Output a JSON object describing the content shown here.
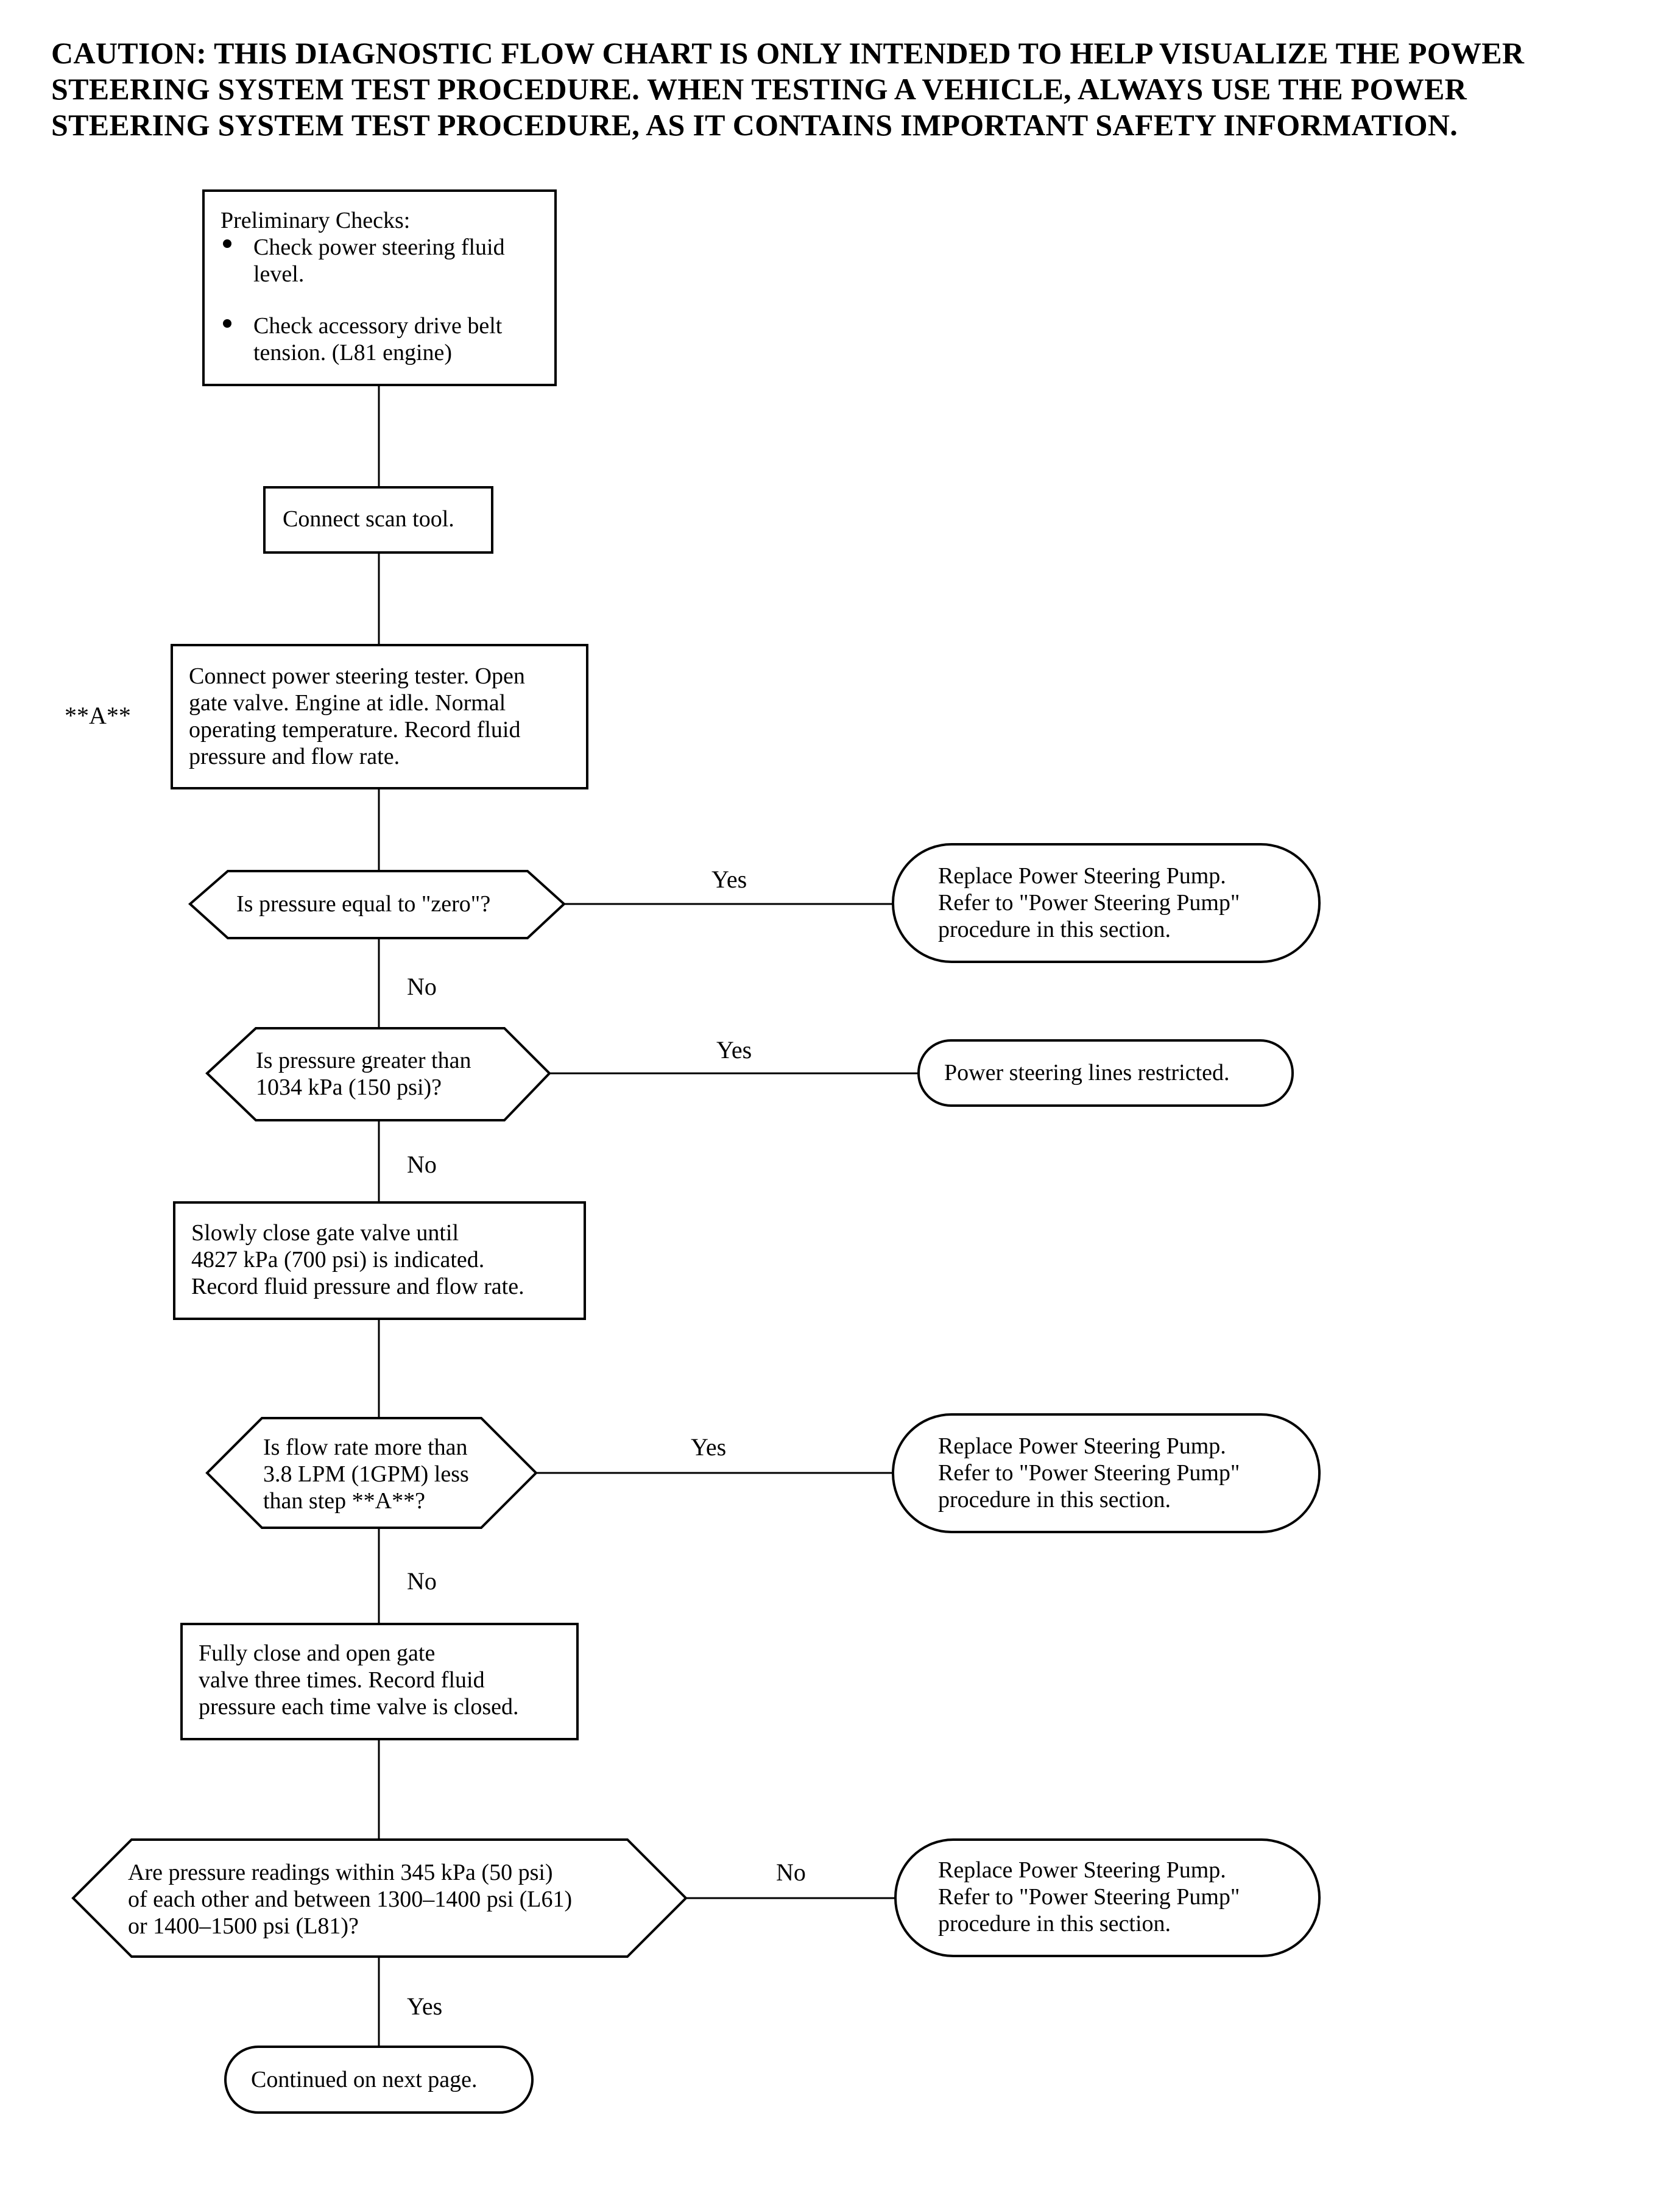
{
  "caution": {
    "line1": "CAUTION:  THIS DIAGNOSTIC FLOW CHART IS ONLY INTENDED TO HELP VISUALIZE THE POWER",
    "line2": "STEERING SYSTEM TEST PROCEDURE. WHEN TESTING A VEHICLE, ALWAYS USE THE POWER",
    "line3": "STEERING SYSTEM TEST PROCEDURE, AS IT CONTAINS IMPORTANT SAFETY INFORMATION."
  },
  "nodes": {
    "preliminary": {
      "heading": "Preliminary Checks:",
      "bullet1": [
        "Check power steering fluid",
        "level."
      ],
      "bullet2": [
        "Check accessory drive belt",
        "tension. (L81 engine)"
      ]
    },
    "connect_scan": {
      "lines": [
        "Connect scan tool."
      ]
    },
    "connect_tester": {
      "marker": "**A**",
      "lines": [
        "Connect power steering tester. Open",
        "gate valve. Engine at idle. Normal",
        "operating temperature. Record fluid",
        "pressure and flow rate."
      ]
    },
    "q_zero": {
      "lines": [
        "Is pressure equal to \"zero\"?"
      ]
    },
    "replace_1": {
      "lines": [
        "Replace Power Steering Pump.",
        "Refer to \"Power Steering Pump\"",
        "procedure in this section."
      ]
    },
    "q_greater": {
      "lines": [
        "Is pressure greater than",
        "1034 kPa (150 psi)?"
      ]
    },
    "lines_restricted": {
      "lines": [
        "Power steering lines restricted."
      ]
    },
    "slowly_close": {
      "lines": [
        "Slowly close gate valve until",
        "4827 kPa (700 psi) is indicated.",
        "Record fluid pressure and flow rate."
      ]
    },
    "q_flow": {
      "lines": [
        "Is flow rate more than",
        "3.8 LPM (1GPM) less",
        "than step **A**?"
      ]
    },
    "replace_2": {
      "lines": [
        "Replace Power Steering Pump.",
        "Refer to \"Power Steering Pump\"",
        "procedure in this section."
      ]
    },
    "fully_close": {
      "lines": [
        "Fully close and open gate",
        "valve three times. Record fluid",
        "pressure each time valve is closed."
      ]
    },
    "q_readings": {
      "lines": [
        "Are pressure readings within 345 kPa (50 psi)",
        "of each other and between 1300–1400 psi (L61)",
        "or 1400–1500 psi (L81)?"
      ]
    },
    "replace_3": {
      "lines": [
        "Replace Power Steering Pump.",
        "Refer to \"Power Steering Pump\"",
        "procedure in this section."
      ]
    },
    "continued": {
      "lines": [
        "Continued on next page."
      ]
    }
  },
  "edge_labels": {
    "zero_yes": "Yes",
    "zero_no": "No",
    "greater_yes": "Yes",
    "greater_no": "No",
    "flow_yes": "Yes",
    "flow_no": "No",
    "readings_no": "No",
    "readings_yes": "Yes"
  }
}
